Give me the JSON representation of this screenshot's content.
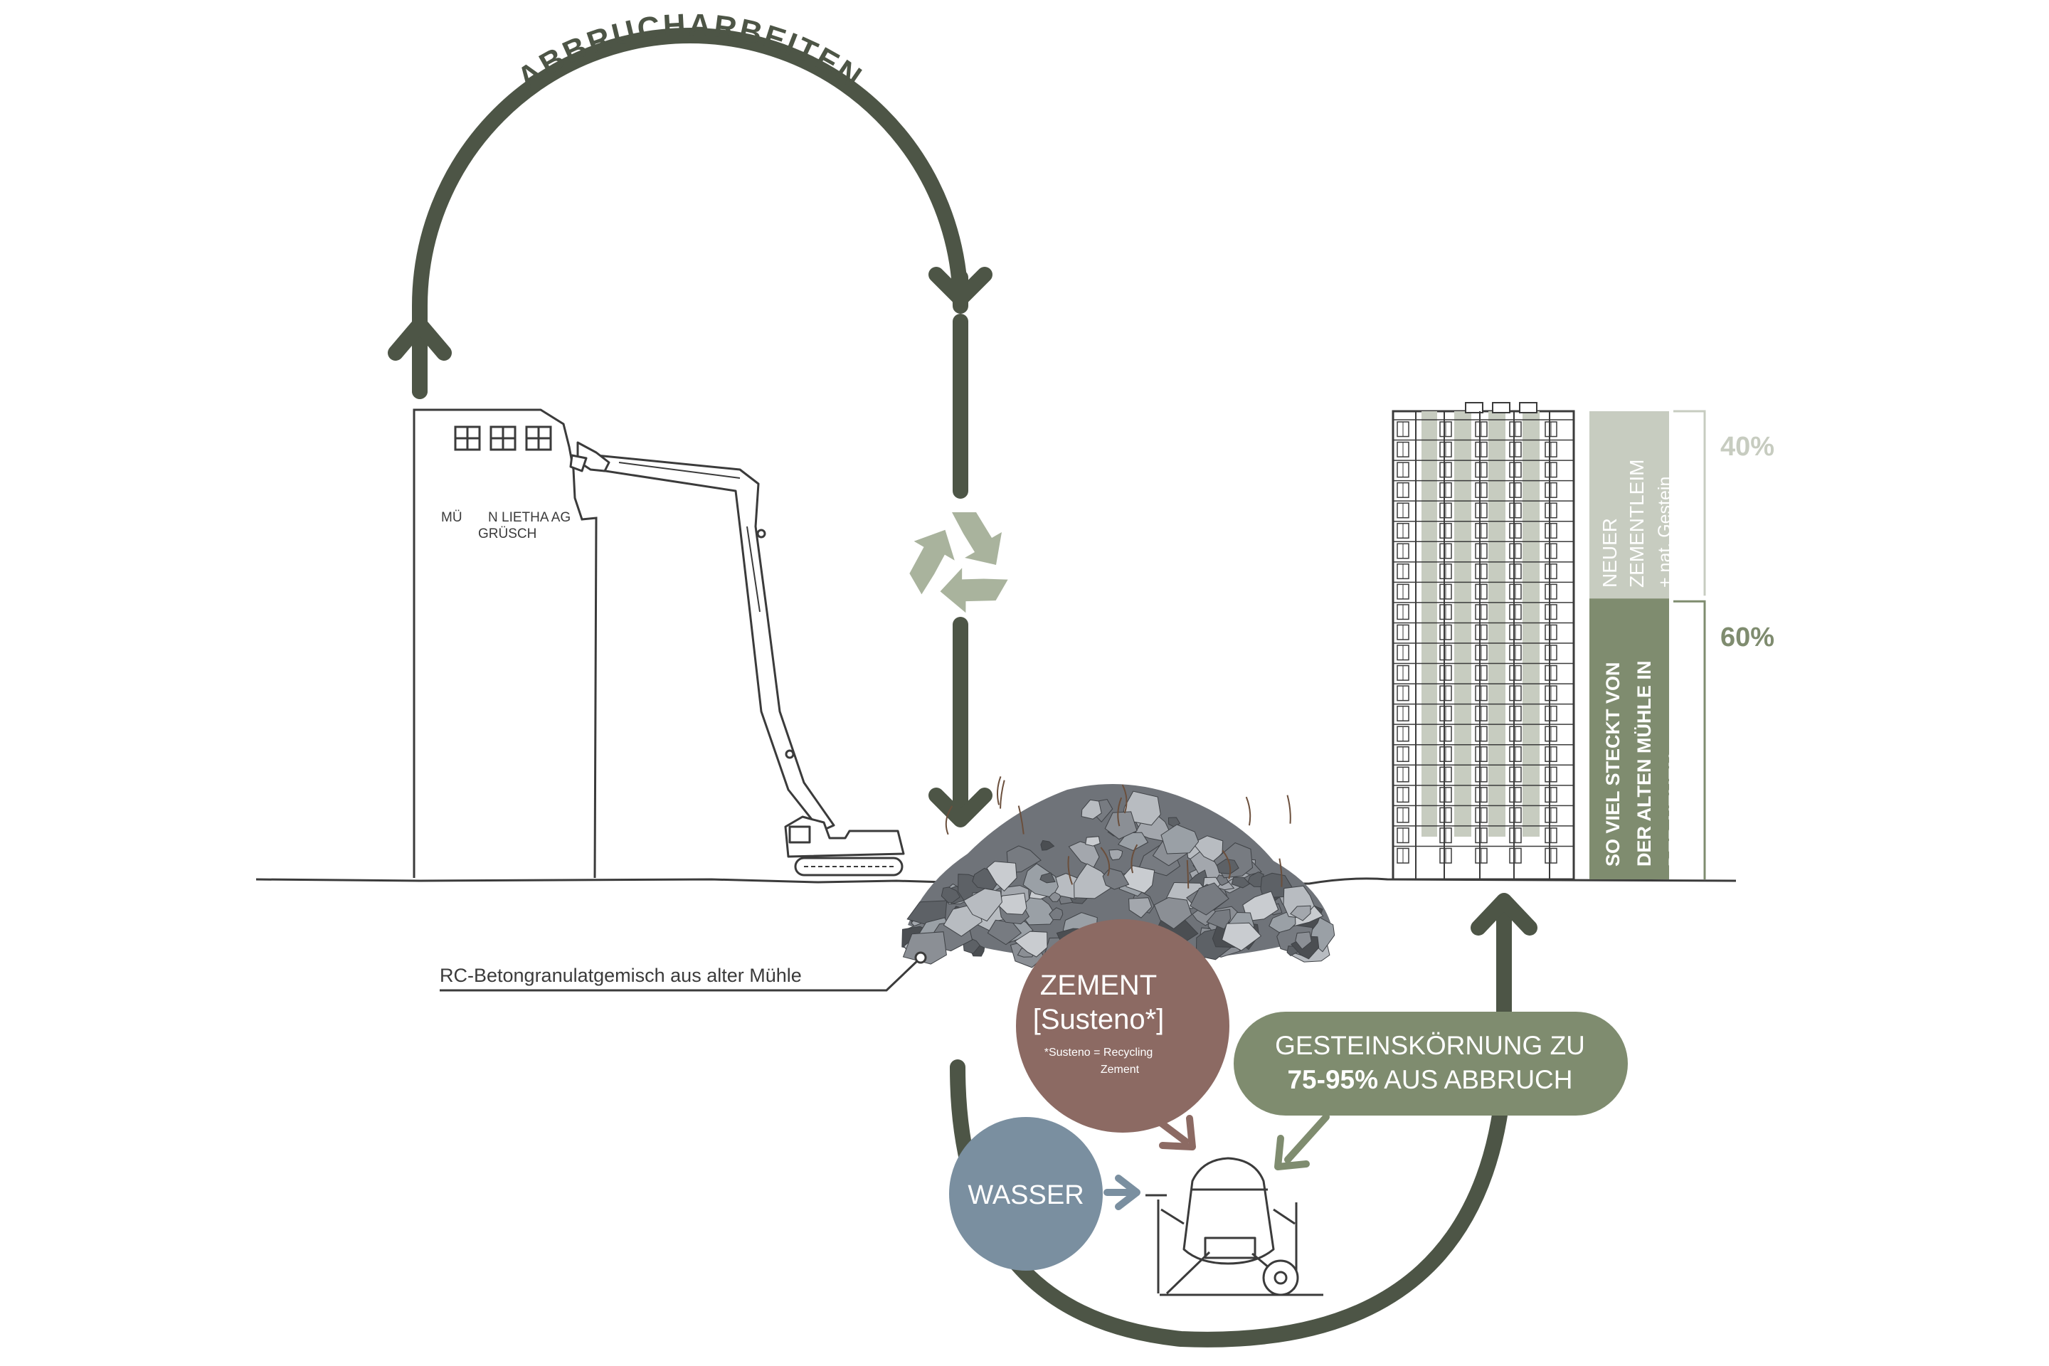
{
  "cycle": {
    "top_label": "ABBRUCHARBEITEN"
  },
  "old_mill": {
    "sign_line1_left": "MÜ",
    "sign_line1_right": "N LIETHA AG",
    "sign_line2": "GRÜSCH"
  },
  "rubble": {
    "callout": "RC-Betongranulatgemisch aus alter Mühle"
  },
  "inputs": {
    "zement": {
      "title": "ZEMENT",
      "subtitle": "[Susteno*]",
      "footnote_line1": "*Susteno = Recycling",
      "footnote_line2": "Zement"
    },
    "wasser": {
      "title": "WASSER"
    },
    "aggregate": {
      "line1": "GESTEINSKÖRNUNG ZU",
      "line2_bold": "75-95%",
      "line2_rest": " AUS ABBRUCH"
    }
  },
  "composition": {
    "upper_percent": "40%",
    "upper_label_lines": [
      "NEUER",
      "ZEMENTLEIM",
      "+ nat. Gestein"
    ],
    "lower_percent": "60%",
    "lower_label_lines": [
      "SO VIEL STECKT VON",
      "DER ALTEN MÜHLE IN",
      "DER NEUEN"
    ],
    "upper_share": 0.4,
    "lower_share": 0.6
  },
  "colors": {
    "dark_green": "#4d5546",
    "sage": "#7f8c6f",
    "light_sage": "#c7ccc0",
    "recycle": "#a9b39d",
    "rose": "#8c6a63",
    "blue": "#7a8fa0",
    "line": "#3b3b3b"
  }
}
